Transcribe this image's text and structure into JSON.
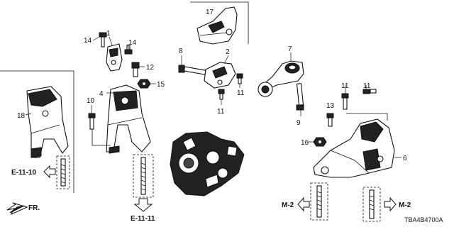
{
  "diagram": {
    "code": "TBA4B4700A",
    "parts": {
      "p1": "1",
      "p2": "2",
      "p4": "4",
      "p6": "6",
      "p7": "7",
      "p8": "8",
      "p9": "9",
      "p10": "10",
      "p11a": "11",
      "p11b": "11",
      "p11c": "11",
      "p11d": "11",
      "p12": "12",
      "p13": "13",
      "p14a": "14",
      "p14b": "14",
      "p15": "15",
      "p16": "16",
      "p17": "17",
      "p18": "18"
    },
    "refs": {
      "e1110": "E-11-10",
      "e1111": "E-11-11",
      "m2_left": "M-2",
      "m2_right": "M-2",
      "front": "FR."
    }
  }
}
